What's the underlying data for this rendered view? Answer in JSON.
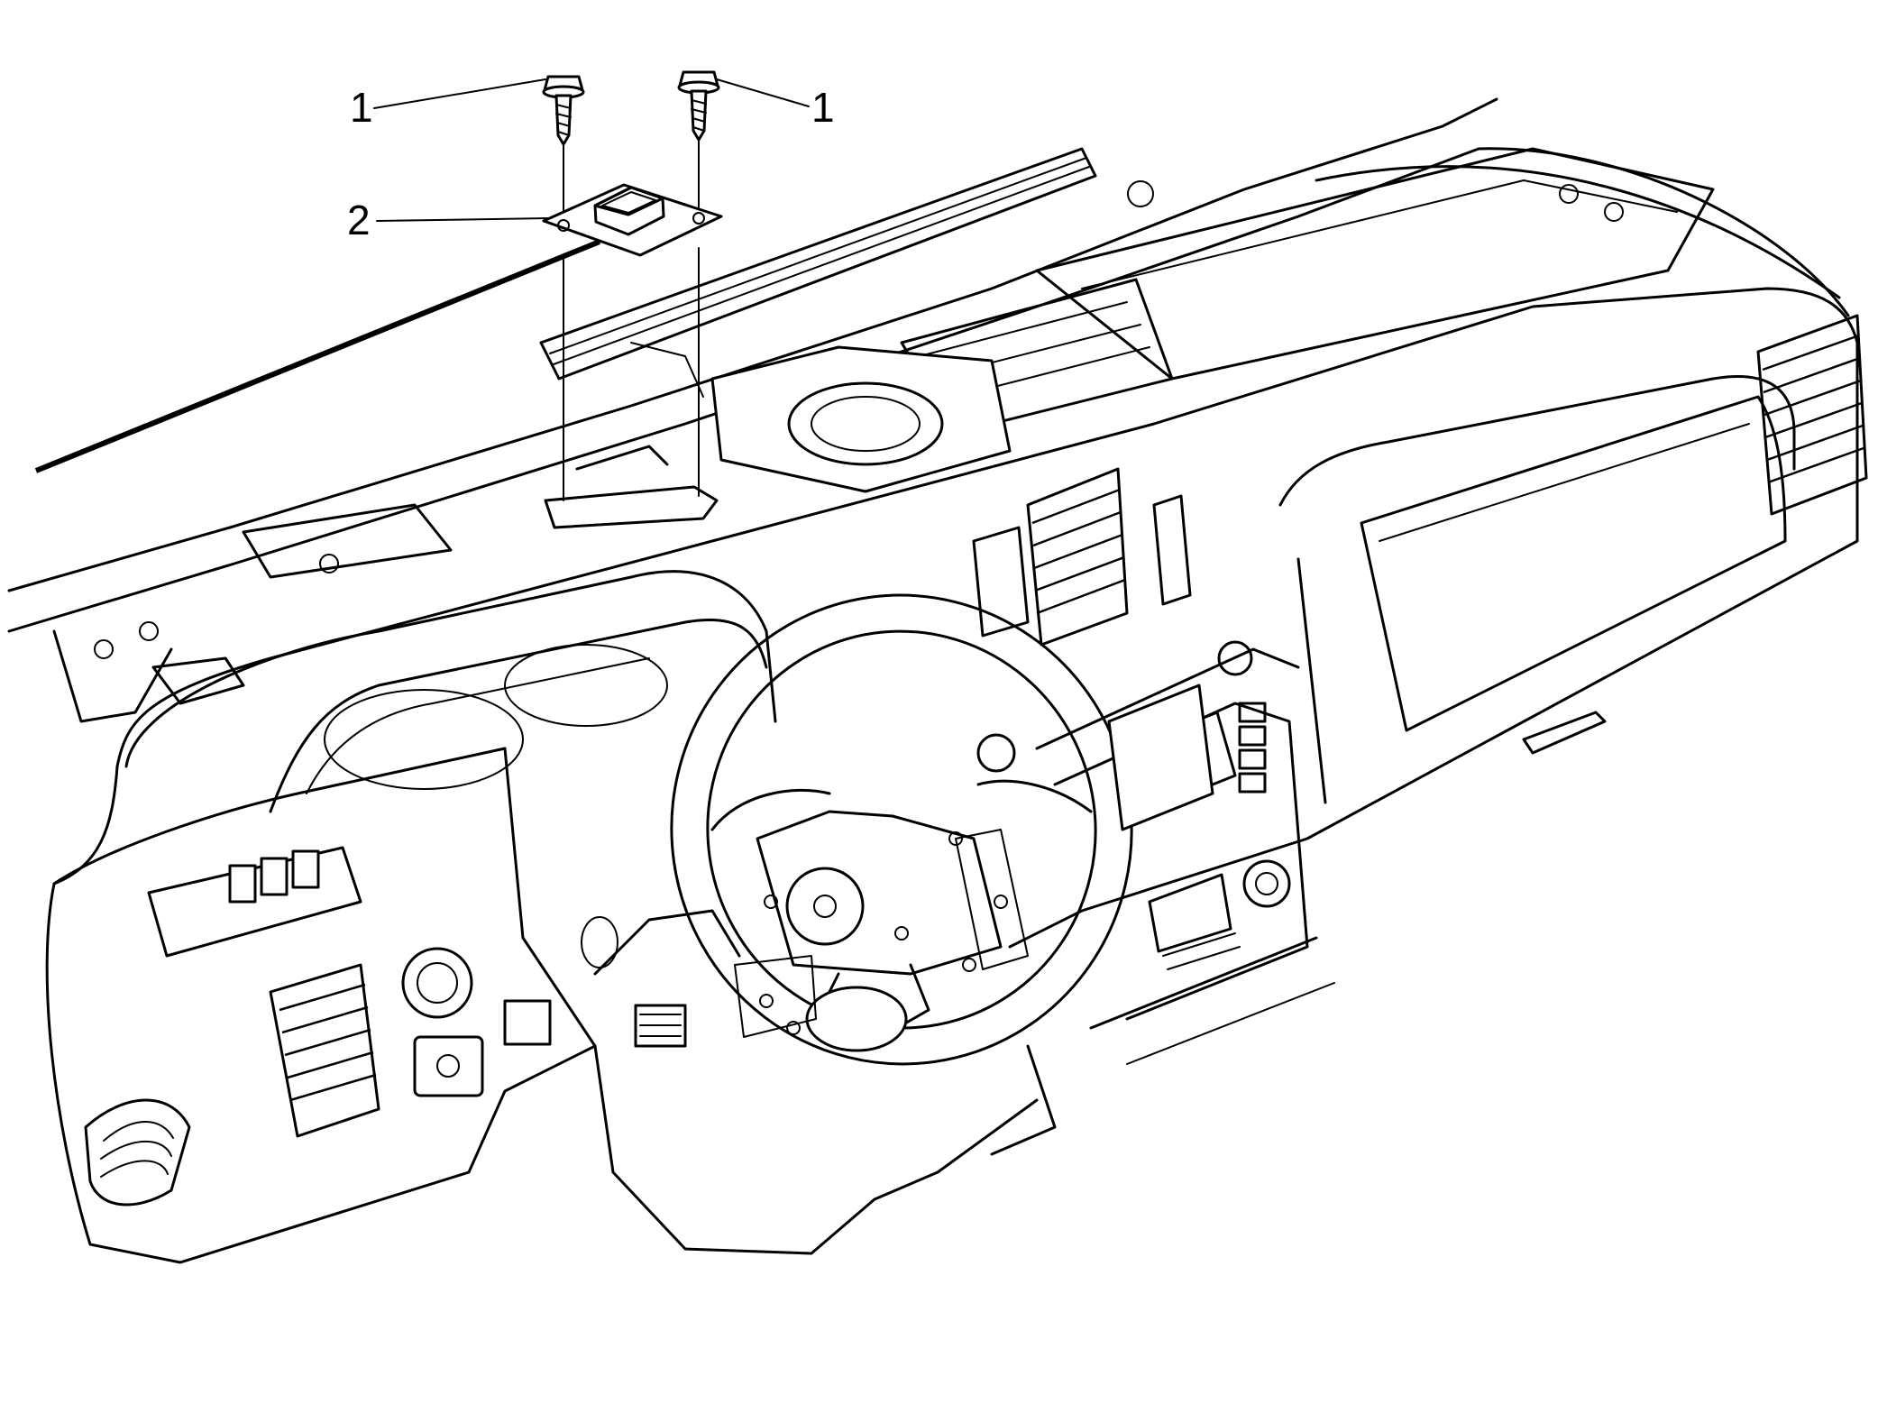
{
  "callouts": [
    {
      "id": "fastener-left",
      "label": "1"
    },
    {
      "id": "fastener-right",
      "label": "1"
    },
    {
      "id": "bracket",
      "label": "2"
    }
  ],
  "colors": {
    "line": "#000000",
    "background": "#ffffff"
  }
}
